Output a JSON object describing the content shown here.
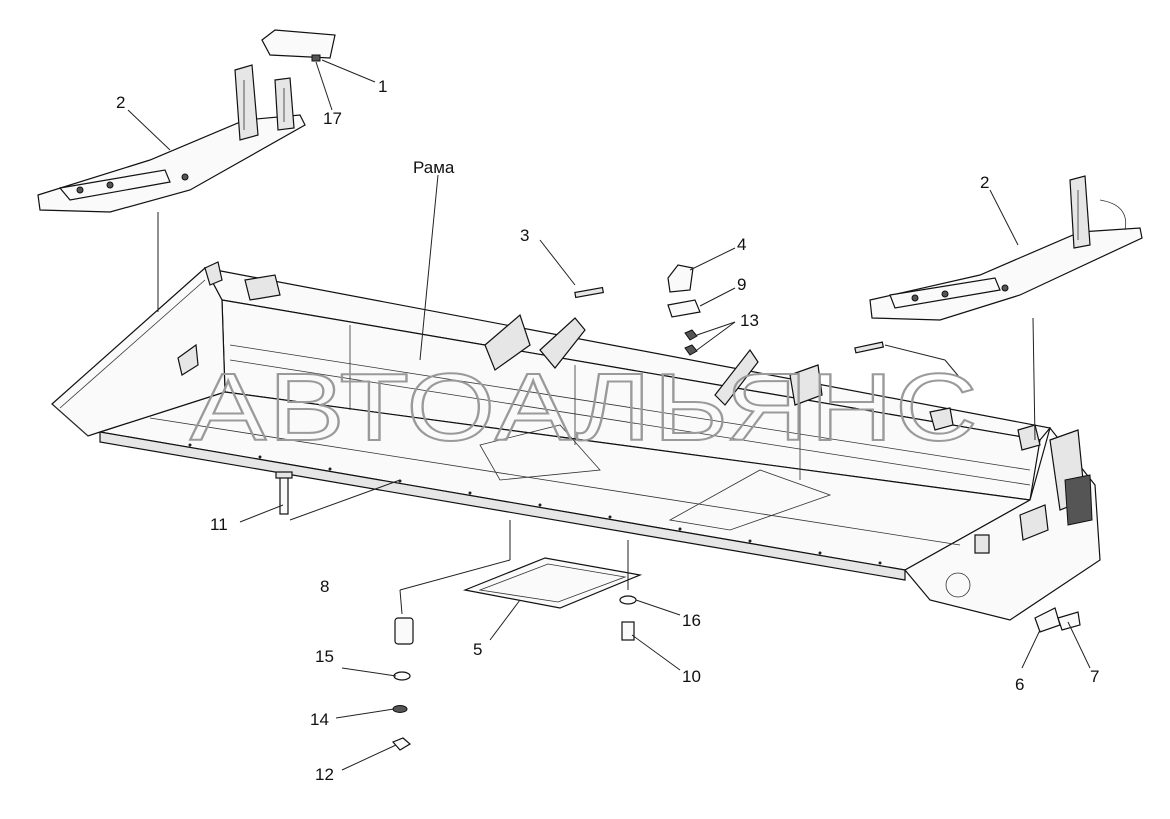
{
  "watermark": "АВТОАЛЬЯНС",
  "frame_label": "Рама",
  "callouts": {
    "c1": "1",
    "c2a": "2",
    "c2b": "2",
    "c3": "3",
    "c4": "4",
    "c5": "5",
    "c6": "6",
    "c7": "7",
    "c8": "8",
    "c9": "9",
    "c10": "10",
    "c11": "11",
    "c12": "12",
    "c13": "13",
    "c14": "14",
    "c15": "15",
    "c16": "16",
    "c17": "17"
  }
}
